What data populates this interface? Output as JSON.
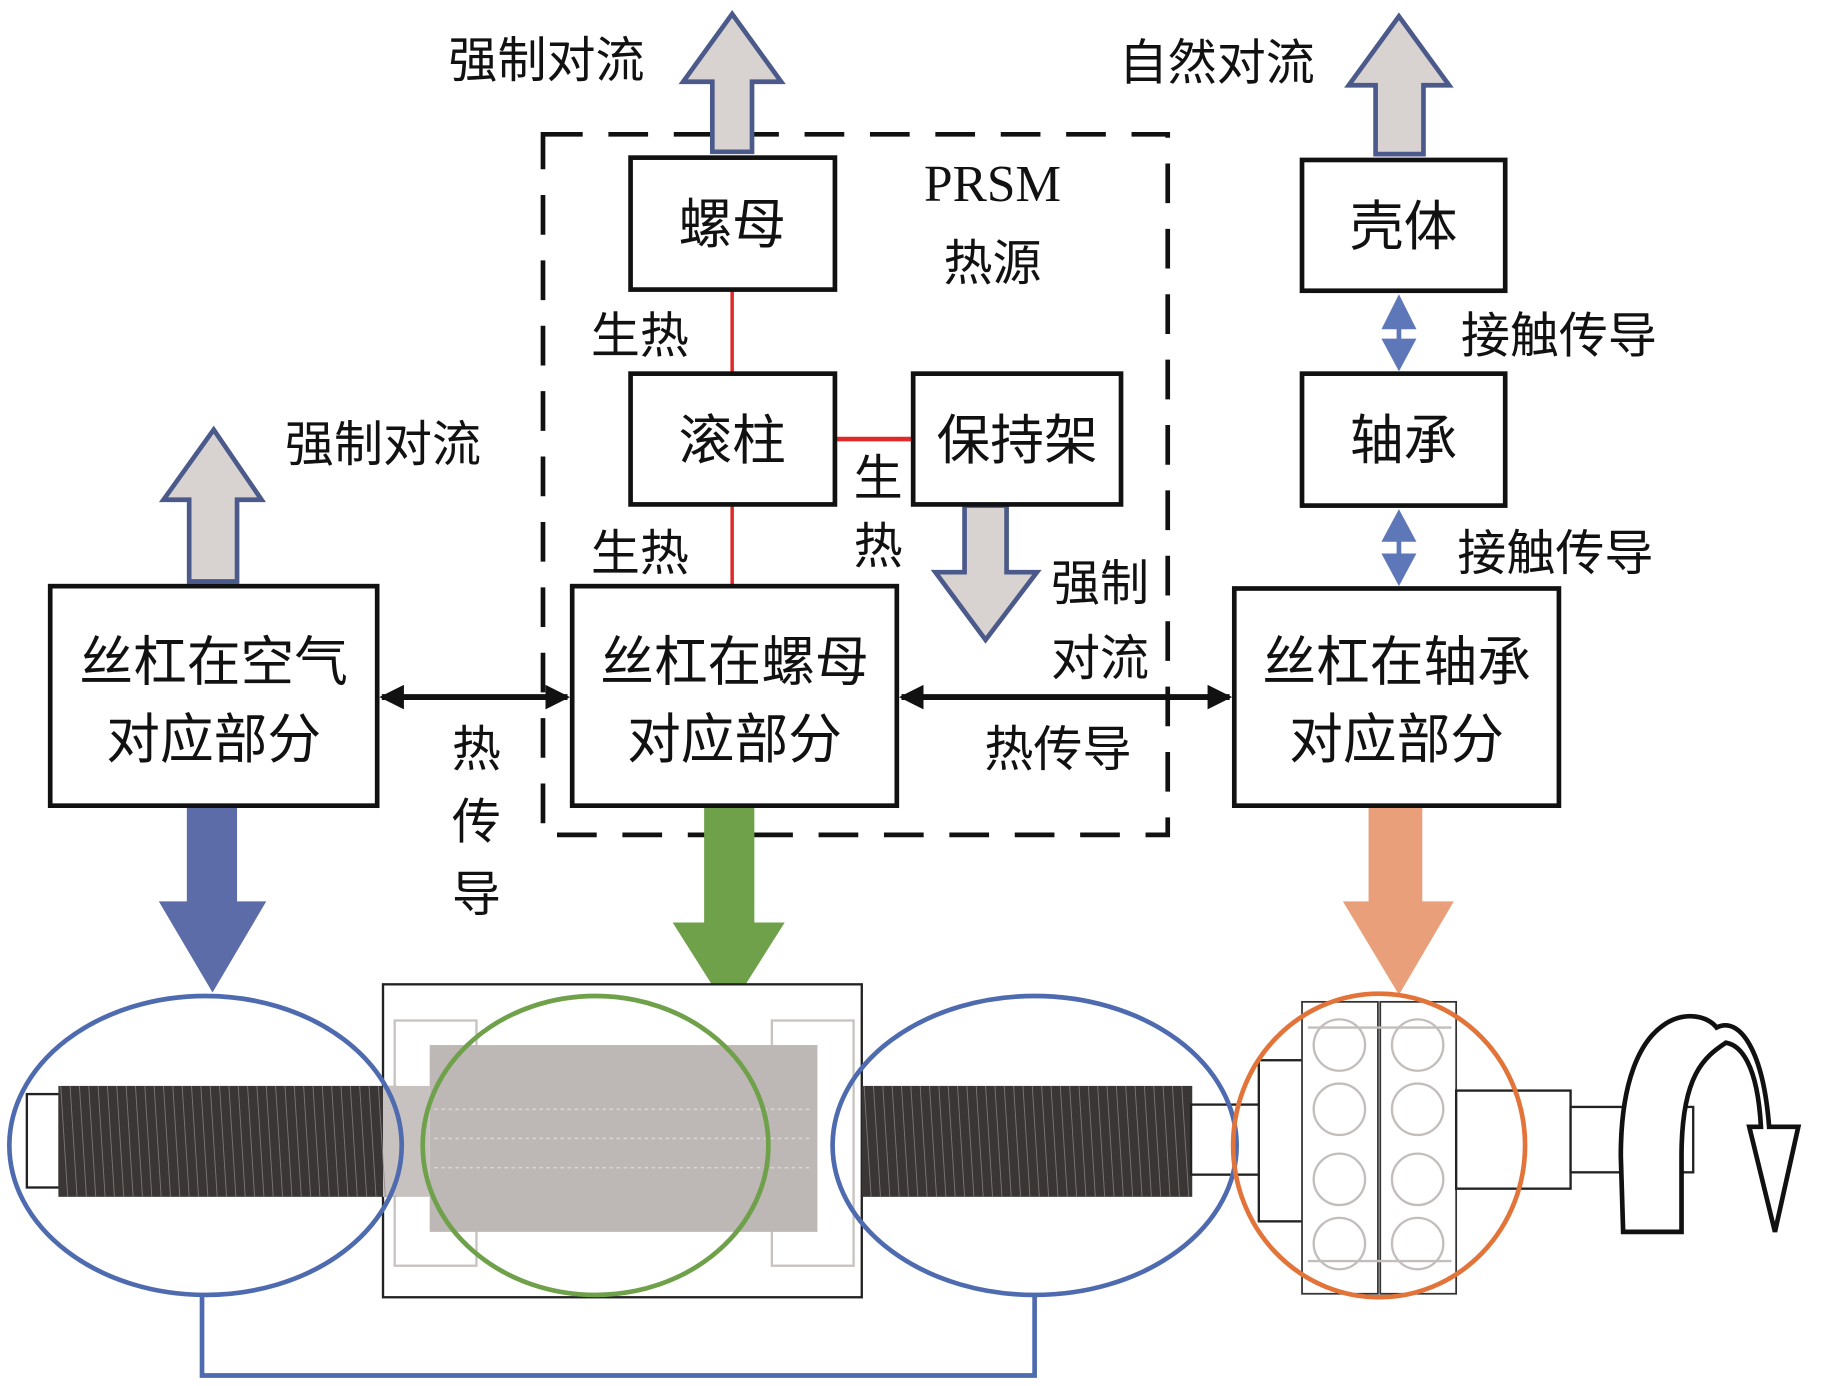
{
  "title": "PRSM thermal network diagram",
  "colors": {
    "convection_arrow_fill": "#D8D3D0",
    "convection_arrow_stroke": "#4B5A8A",
    "heat_gen_line": "#E02A2A",
    "contact_arrow": "#5E77B8",
    "air_part": "#5B6CA8",
    "nut_part": "#6FA04A",
    "bearing_part": "#E9A07A",
    "air_ellipse": "#4F6BB0",
    "nut_ellipse": "#6FA04A",
    "bearing_ellipse": "#E2743A"
  },
  "heat_source_group": {
    "label_line1": "PRSM",
    "label_line2": "热源"
  },
  "nodes": {
    "nut": "螺母",
    "roller": "滚柱",
    "cage": "保持架",
    "housing": "壳体",
    "bearing": "轴承",
    "screw_air": {
      "line1": "丝杠在空气",
      "line2": "对应部分"
    },
    "screw_nut": {
      "line1": "丝杠在螺母",
      "line2": "对应部分"
    },
    "screw_bearing": {
      "line1": "丝杠在轴承",
      "line2": "对应部分"
    }
  },
  "edges": {
    "nut_convection": "强制对流",
    "housing_convection": "自然对流",
    "screw_air_convection": "强制对流",
    "cage_convection": {
      "line1": "强制",
      "line2": "对流"
    },
    "nut_roller_heat": "生热",
    "roller_screw_heat": "生热",
    "roller_cage_heat": {
      "c1": "生",
      "c2": "热"
    },
    "air_nut_conduction": {
      "c1": "热",
      "c2": "传",
      "c3": "导"
    },
    "nut_bearing_conduction": "热传导",
    "housing_bearing_contact": "接触传导",
    "bearing_screw_contact": "接触传导"
  }
}
